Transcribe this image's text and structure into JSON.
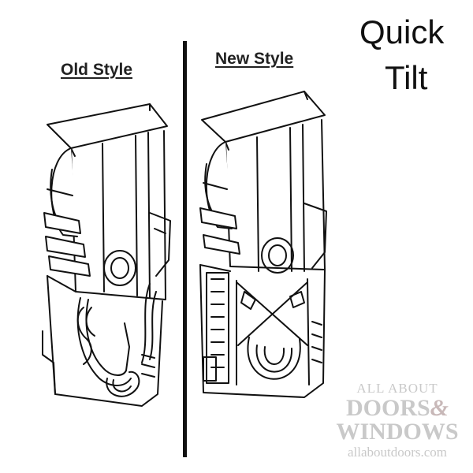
{
  "title": {
    "line1": "Quick",
    "line2": "Tilt"
  },
  "labels": {
    "old_style": "Old Style",
    "new_style": "New Style"
  },
  "watermark": {
    "line1": "ALL ABOUT",
    "line2_a": "DOORS",
    "amp": "&",
    "line3": "WINDOWS",
    "line4": "allaboutdoors.com"
  },
  "colors": {
    "ink": "#111111",
    "watermark": "#c9c9c9",
    "background": "#ffffff"
  }
}
